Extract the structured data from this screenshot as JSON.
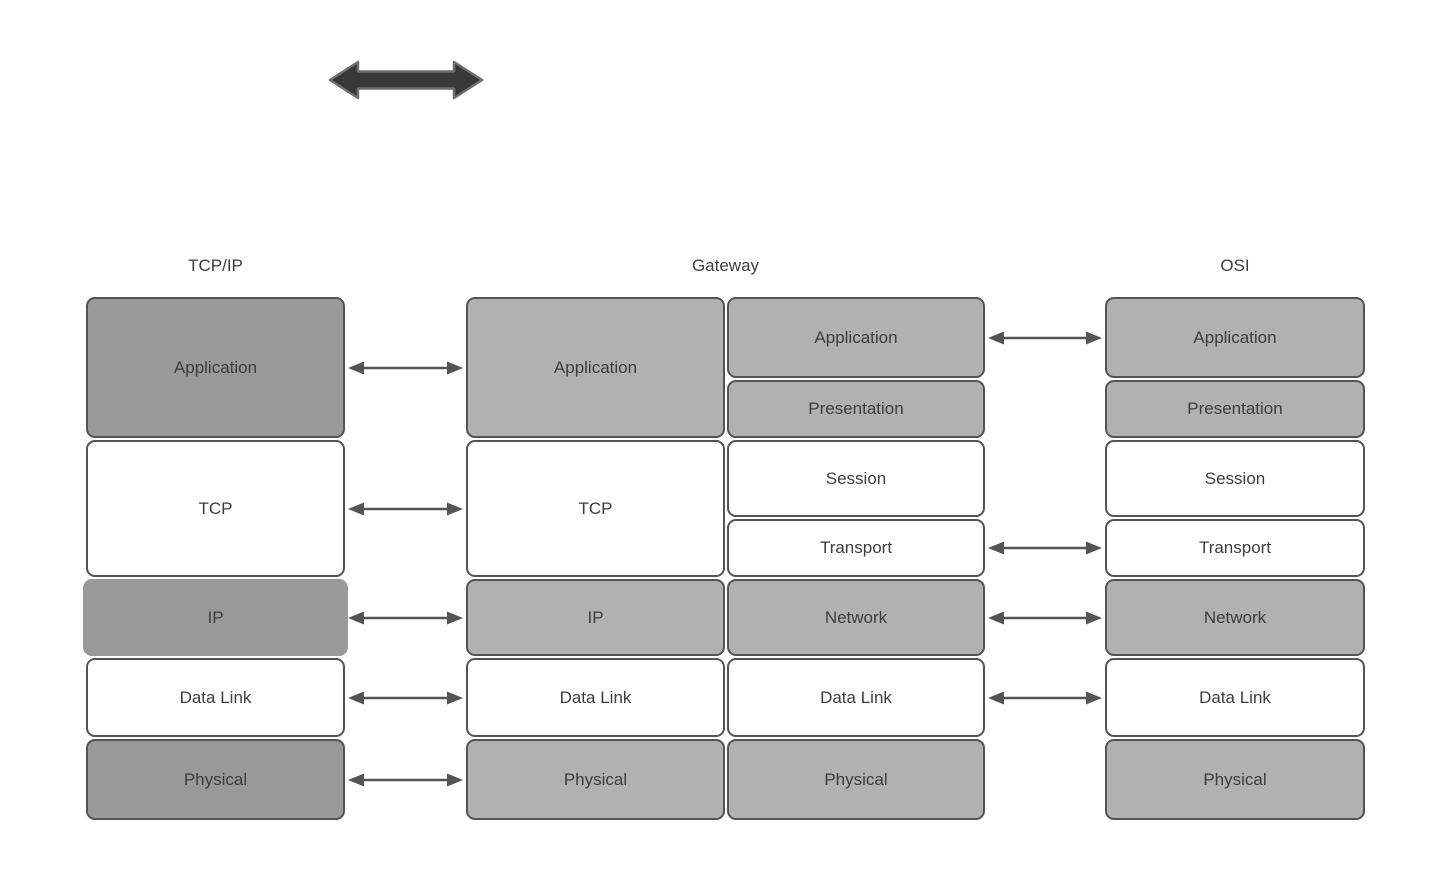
{
  "diagram": {
    "type": "layered-network-model-comparison",
    "colors": {
      "box_border": "#545454",
      "dark_gray_fill": "#999999",
      "light_gray_fill": "#b1b1b1",
      "white_fill": "#ffffff",
      "text": "#3d3d3d",
      "arrow": "#545454",
      "top_arrow_fill": "#383838",
      "top_arrow_stroke": "#6e6e6e"
    },
    "top_arrow": {
      "icon": "bidirectional-arrow-icon"
    },
    "columns": {
      "tcpip": {
        "header": "TCP/IP",
        "layers": [
          {
            "label": "Application",
            "fill": "dark"
          },
          {
            "label": "TCP",
            "fill": "white"
          },
          {
            "label": "IP",
            "fill": "dark",
            "borderless": true
          },
          {
            "label": "Data Link",
            "fill": "white"
          },
          {
            "label": "Physical",
            "fill": "dark"
          }
        ]
      },
      "gateway": {
        "header": "Gateway",
        "left_stack": [
          {
            "label": "Application",
            "fill": "light"
          },
          {
            "label": "TCP",
            "fill": "white"
          },
          {
            "label": "IP",
            "fill": "light"
          },
          {
            "label": "Data Link",
            "fill": "white"
          },
          {
            "label": "Physical",
            "fill": "light"
          }
        ],
        "right_stack": [
          {
            "label": "Application",
            "fill": "light"
          },
          {
            "label": "Presentation",
            "fill": "light"
          },
          {
            "label": "Session",
            "fill": "white"
          },
          {
            "label": "Transport",
            "fill": "white"
          },
          {
            "label": "Network",
            "fill": "light"
          },
          {
            "label": "Data Link",
            "fill": "white"
          },
          {
            "label": "Physical",
            "fill": "light"
          }
        ]
      },
      "osi": {
        "header": "OSI",
        "layers": [
          {
            "label": "Application",
            "fill": "light"
          },
          {
            "label": "Presentation",
            "fill": "light"
          },
          {
            "label": "Session",
            "fill": "white"
          },
          {
            "label": "Transport",
            "fill": "white"
          },
          {
            "label": "Network",
            "fill": "light"
          },
          {
            "label": "Data Link",
            "fill": "white"
          },
          {
            "label": "Physical",
            "fill": "light"
          }
        ]
      }
    },
    "connections": {
      "tcpip_to_gateway": [
        "Application",
        "TCP",
        "IP",
        "Data Link",
        "Physical"
      ],
      "gateway_to_osi": [
        "Application",
        "Transport",
        "Network",
        "Data Link"
      ]
    }
  }
}
